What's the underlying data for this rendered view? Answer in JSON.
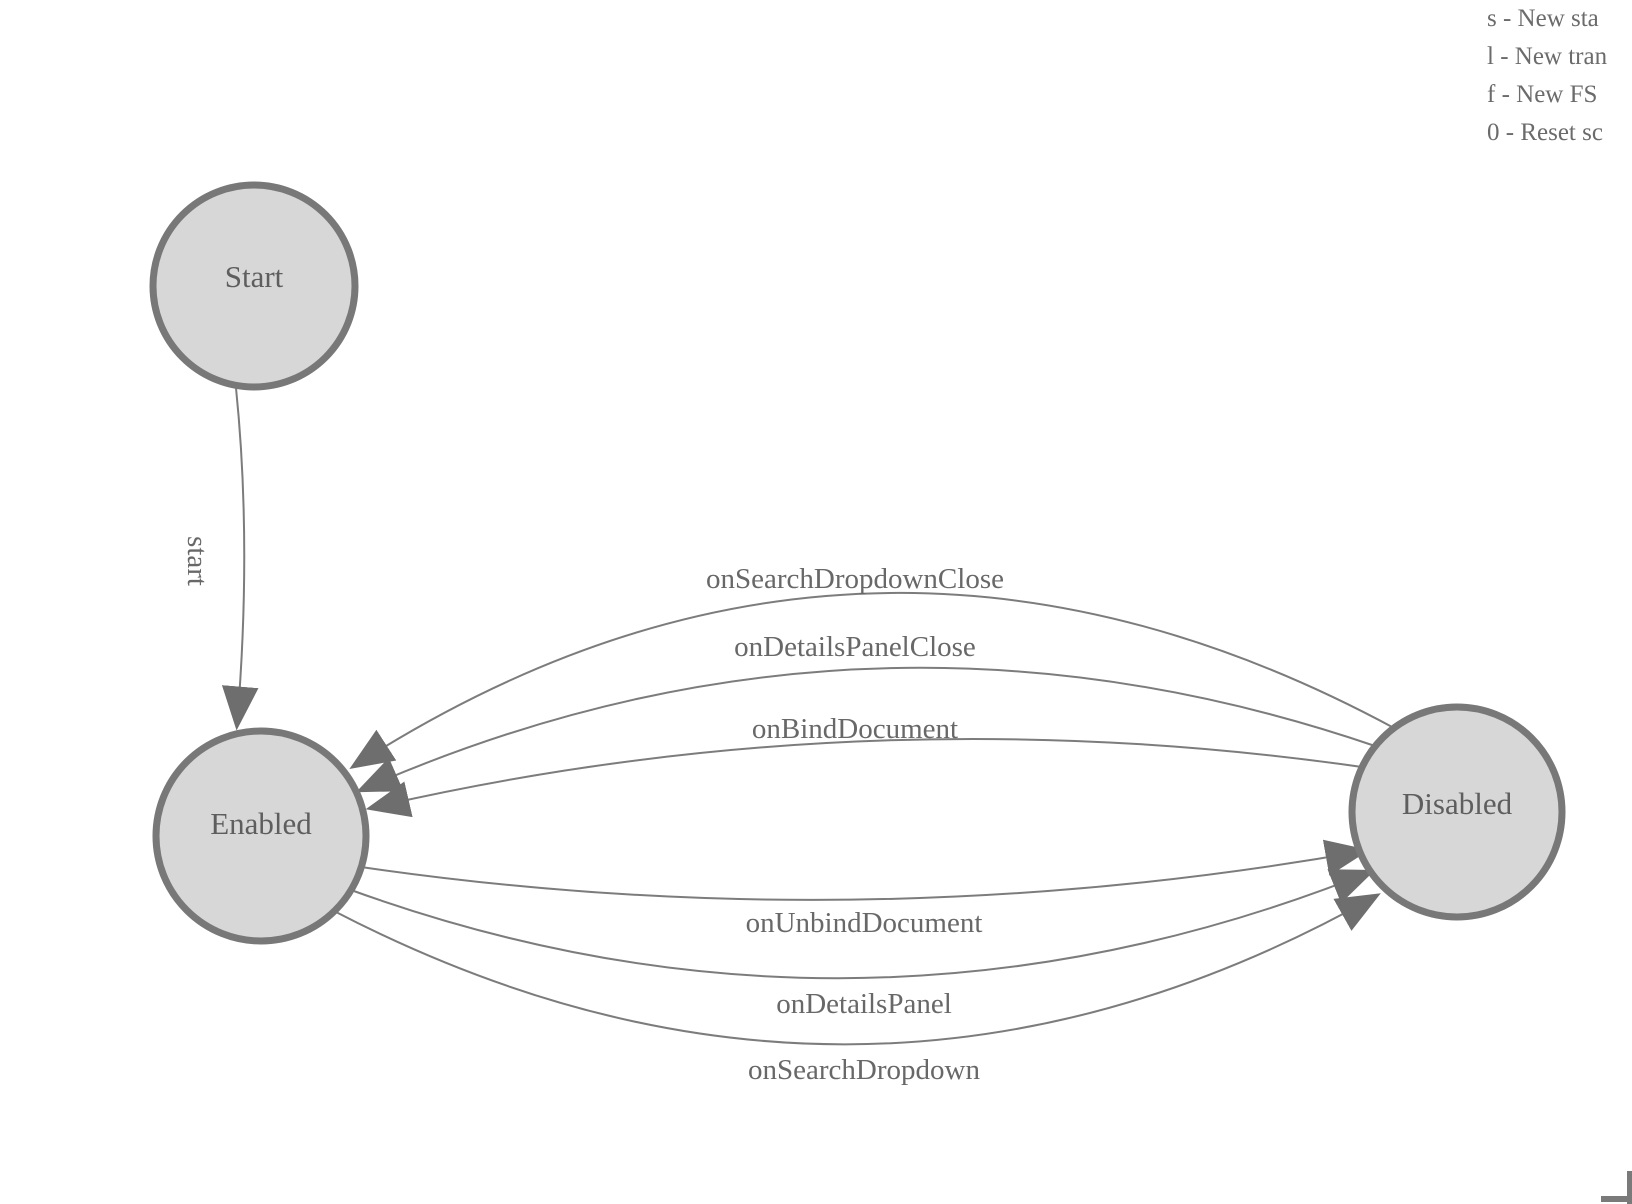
{
  "legend": {
    "lines": [
      "s - New sta",
      "l - New tran",
      "f - New FS",
      "0 - Reset sc"
    ]
  },
  "states": [
    {
      "id": "start",
      "label": "Start"
    },
    {
      "id": "enabled",
      "label": "Enabled"
    },
    {
      "id": "disabled",
      "label": "Disabled"
    }
  ],
  "transitions": [
    {
      "label": "start",
      "from": "start",
      "to": "enabled"
    },
    {
      "label": "onSearchDropdownClose",
      "from": "disabled",
      "to": "enabled"
    },
    {
      "label": "onDetailsPanelClose",
      "from": "disabled",
      "to": "enabled"
    },
    {
      "label": "onBindDocument",
      "from": "disabled",
      "to": "enabled"
    },
    {
      "label": "onUnbindDocument",
      "from": "enabled",
      "to": "disabled"
    },
    {
      "label": "onDetailsPanel",
      "from": "enabled",
      "to": "disabled"
    },
    {
      "label": "onSearchDropdown",
      "from": "enabled",
      "to": "disabled"
    }
  ],
  "colors": {
    "state_fill": "#d7d7d7",
    "state_stroke": "#787878",
    "edge_stroke": "#7c7c7c",
    "arrowhead": "#6e6e6e",
    "text": "#686868",
    "background": "#ffffff"
  }
}
